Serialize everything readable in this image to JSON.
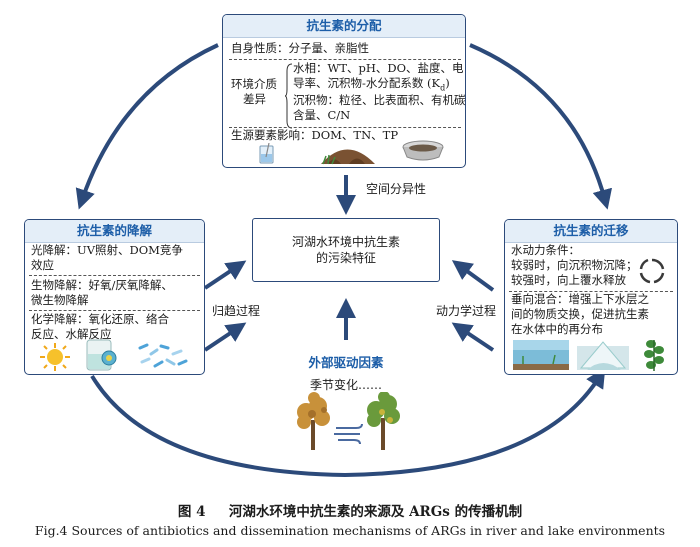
{
  "top_box": {
    "title": "抗生素的分配",
    "props_line": "自身性质：分子量、亲脂性",
    "env_label_1": "环境介质",
    "env_label_2": "差异",
    "water_1": "水相：WT、pH、DO、盐度、电",
    "water_2": "导率、沉积物-水分配系数 (K",
    "water_sub": "d",
    "water_close": ")",
    "sed_1": "沉积物：粒径、比表面积、有机碳",
    "sed_2": "含量、C/N",
    "source_line": "生源要素影响：DOM、TN、TP"
  },
  "left_box": {
    "title": "抗生素的降解",
    "photo_1": "光降解：UV照射、DOM竞争",
    "photo_2": "效应",
    "bio_1": "生物降解：好氧/厌氧降解、",
    "bio_2": "微生物降解",
    "chem_1": "化学降解：氧化还原、络合",
    "chem_2": "反应、水解反应"
  },
  "right_box": {
    "title": "抗生素的迁移",
    "hydro_1": "水动力条件：",
    "hydro_2": "较弱时，向沉积物沉降；",
    "hydro_3": "较强时，向上覆水释放",
    "vert_1": "垂向混合：增强上下水层之",
    "vert_2": "间的物质交换，促进抗生素",
    "vert_3": "在水体中的再分布"
  },
  "center_box": {
    "line_1": "河湖水环境中抗生素",
    "line_2": "的污染特征"
  },
  "labels": {
    "spatial": "空间分异性",
    "fate": "归趋过程",
    "dynamics": "动力学过程",
    "external_title": "外部驱动因素",
    "season": "季节变化……"
  },
  "caption": {
    "cn_fig": "图 4",
    "cn_text": "河湖水环境中抗生素的来源及 ARGs 的传播机制",
    "en_text": "Fig.4 Sources of antibiotics and dissemination mechanisms of ARGs in river and lake environments"
  },
  "colors": {
    "arrow": "#2c4a7a",
    "header_text": "#1d5ea8",
    "header_bg": "#e4eef8",
    "external_title": "#1d5ea8"
  }
}
